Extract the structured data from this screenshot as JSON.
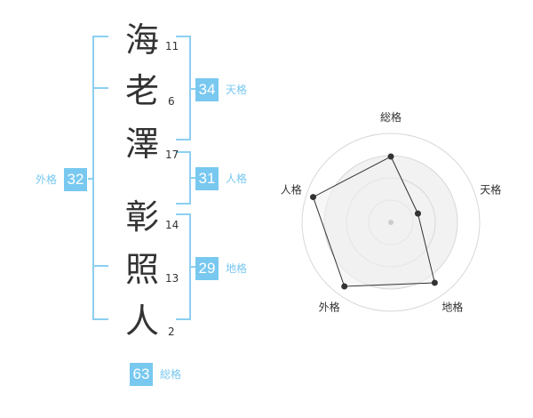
{
  "name_chars": [
    {
      "char": "海",
      "strokes": "11"
    },
    {
      "char": "老",
      "strokes": "6"
    },
    {
      "char": "澤",
      "strokes": "17"
    },
    {
      "char": "彰",
      "strokes": "14"
    },
    {
      "char": "照",
      "strokes": "13"
    },
    {
      "char": "人",
      "strokes": "2"
    }
  ],
  "scores": {
    "tenkaku": {
      "label": "天格",
      "value": "34"
    },
    "jinkaku": {
      "label": "人格",
      "value": "31"
    },
    "chikaku": {
      "label": "地格",
      "value": "29"
    },
    "gaikaku": {
      "label": "外格",
      "value": "32"
    },
    "soukaku": {
      "label": "総格",
      "value": "63"
    }
  },
  "chart_data": {
    "type": "radar",
    "axes": [
      "総格",
      "天格",
      "地格",
      "外格",
      "人格"
    ],
    "values": [
      0.74,
      0.32,
      0.84,
      0.89,
      0.92
    ],
    "range": [
      0,
      1
    ],
    "rings": 4,
    "colors": {
      "fill": "#f0f0f0",
      "line": "#333333",
      "ring": "#d8d8d8",
      "ring_fill": "#f2f2f2",
      "center": "#cccccc"
    }
  },
  "colors": {
    "accent": "#78c8f0",
    "bracket": "#8ccff1",
    "text": "#333333"
  }
}
